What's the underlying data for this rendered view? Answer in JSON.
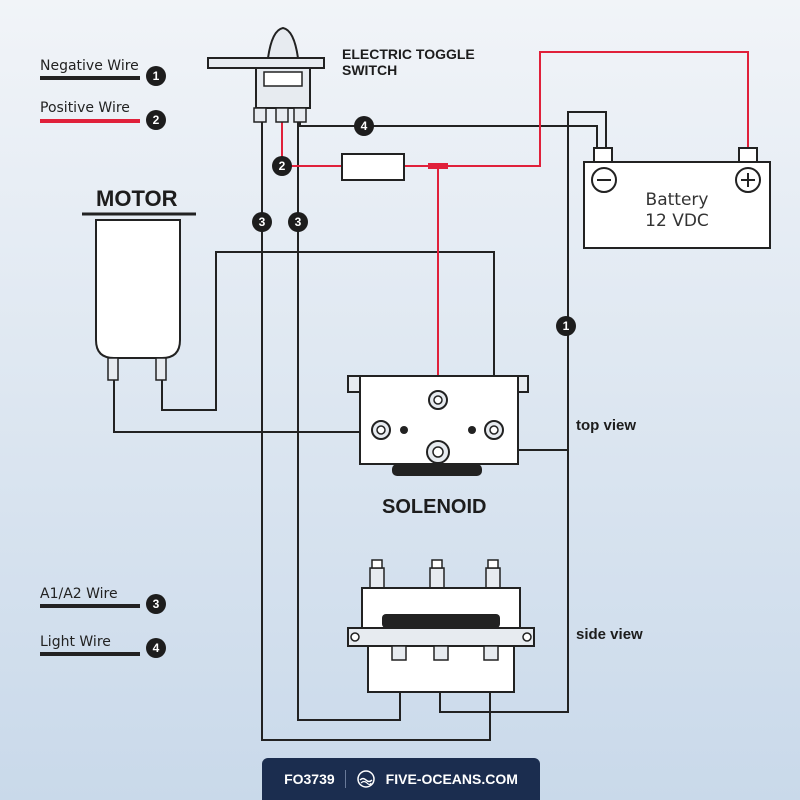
{
  "legend": {
    "items": [
      {
        "label": "Negative Wire",
        "badge": "1",
        "color": "#222222"
      },
      {
        "label": "Positive Wire",
        "badge": "2",
        "color": "#e0203a"
      },
      {
        "label": "A1/A2 Wire",
        "badge": "3",
        "color": "#222222"
      },
      {
        "label": "Light Wire",
        "badge": "4",
        "color": "#222222"
      }
    ]
  },
  "labels": {
    "switch_title_line1": "ELECTRIC TOGGLE",
    "switch_title_line2": "SWITCH",
    "motor": "MOTOR",
    "solenoid": "SOLENOID",
    "top_view": "top view",
    "side_view": "side view",
    "battery_line1": "Battery",
    "battery_line2": "12 VDC"
  },
  "wire_badges": {
    "light": "4",
    "positive": "2",
    "a1": "3",
    "a2": "3",
    "negative": "1"
  },
  "footer": {
    "code": "FO3739",
    "brand": "FIVE-OCEANS.COM"
  },
  "colors": {
    "wire_dark": "#222222",
    "wire_red": "#e0203a",
    "footer_bg": "#1b2d4f"
  }
}
